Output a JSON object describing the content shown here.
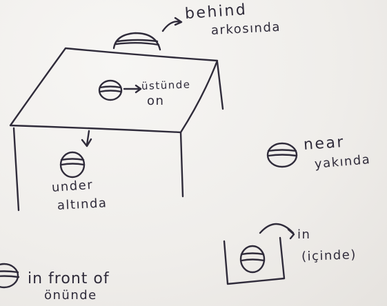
{
  "labels": {
    "behind": "behind",
    "arkosinda": "arkosında",
    "ustunde": "üstünde",
    "on": "on",
    "under": "under",
    "altinda": "altında",
    "near": "near",
    "yakinda": "yakında",
    "in": "in",
    "icinde": "(içinde)",
    "infrontof": "in front of",
    "oninde": "önünde"
  },
  "colors": {
    "ink": "#2f2b3a",
    "paper": "#f1efec"
  }
}
